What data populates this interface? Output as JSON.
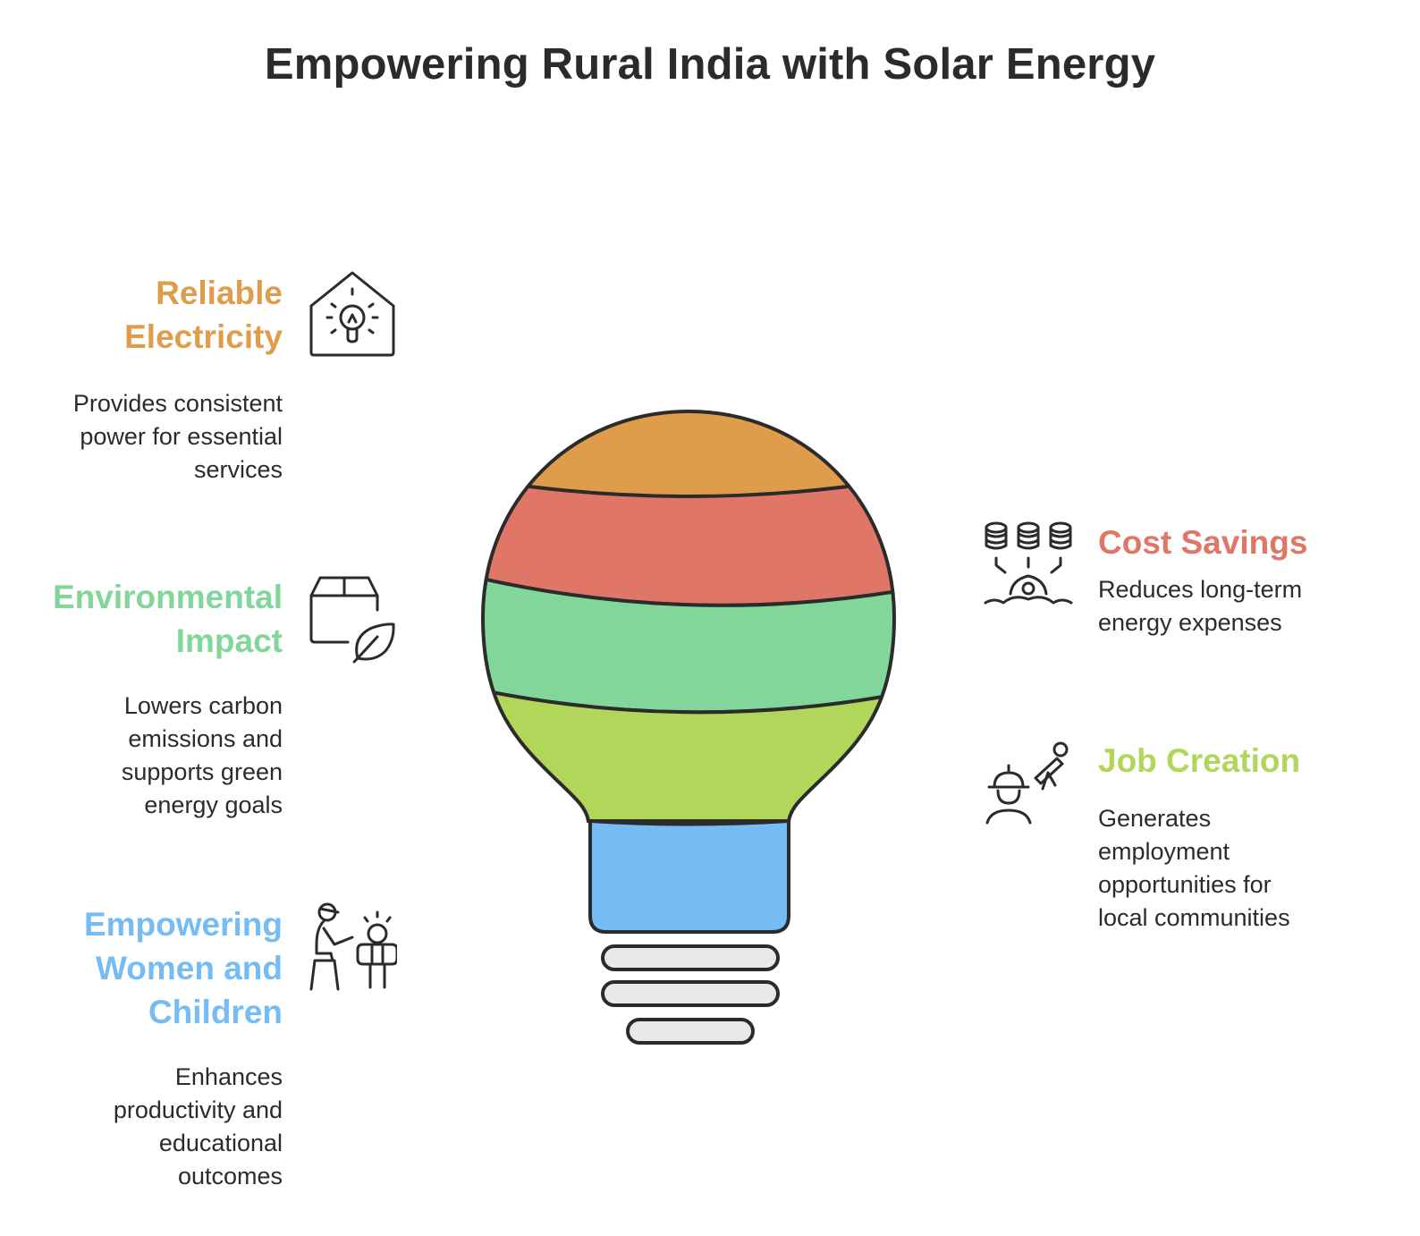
{
  "title": "Empowering Rural India with Solar Energy",
  "colors": {
    "orange": "#DF9C4B",
    "red": "#DF7667",
    "green": "#82D69A",
    "lime": "#B1D65A",
    "blue": "#75BCF5",
    "base": "#E8E8E8",
    "outline": "#2B2B2B"
  },
  "items": {
    "reliable": {
      "heading_line1": "Reliable",
      "heading_line2": "Electricity",
      "desc_line1": "Provides consistent",
      "desc_line2": "power for essential",
      "desc_line3": "services",
      "icon": "house-lightbulb-icon"
    },
    "environment": {
      "heading_line1": "Environmental",
      "heading_line2": "Impact",
      "desc_line1": "Lowers carbon",
      "desc_line2": "emissions and",
      "desc_line3": "supports green",
      "desc_line4": "energy goals",
      "icon": "box-leaf-icon"
    },
    "women": {
      "heading_line1": "Empowering",
      "heading_line2": "Women and",
      "heading_line3": "Children",
      "desc_line1": "Enhances",
      "desc_line2": "productivity and",
      "desc_line3": "educational",
      "desc_line4": "outcomes",
      "icon": "woman-child-icon"
    },
    "cost": {
      "heading": "Cost Savings",
      "desc_line1": "Reduces long-term",
      "desc_line2": "energy expenses",
      "icon": "coins-gear-icon"
    },
    "jobs": {
      "heading": "Job Creation",
      "desc_line1": "Generates",
      "desc_line2": "employment",
      "desc_line3": "opportunities for",
      "desc_line4": "local communities",
      "icon": "worker-telescope-icon"
    }
  }
}
